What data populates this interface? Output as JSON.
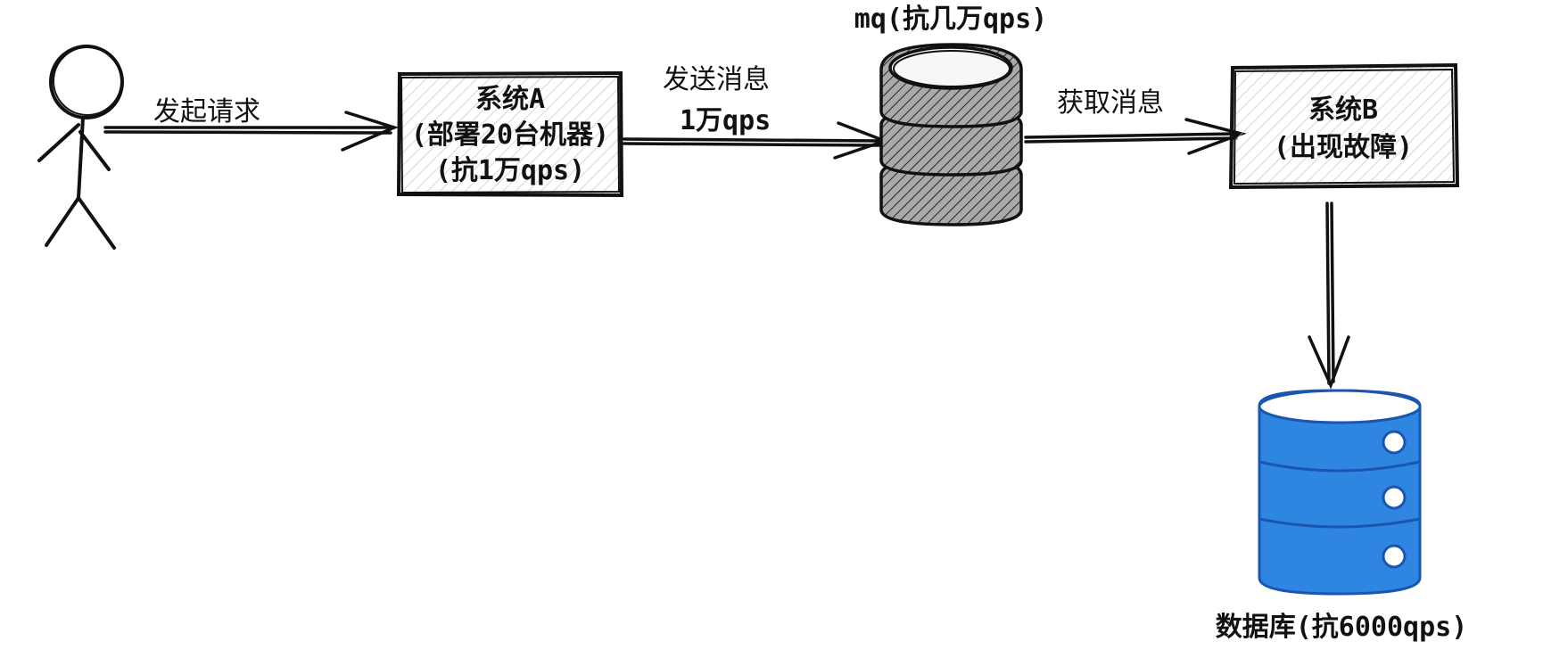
{
  "edges": {
    "request": "发起请求",
    "send_line1": "发送消息",
    "send_line2": "1万qps",
    "fetch": "获取消息"
  },
  "system_a": {
    "title": "系统A",
    "line2": "(部署20台机器)",
    "line3": "(抗1万qps)"
  },
  "mq": {
    "label": "mq(抗几万qps)"
  },
  "system_b": {
    "title": "系统B",
    "line2": "(出现故障)"
  },
  "database": {
    "label": "数据库(抗6000qps)",
    "color": "#2f86e0"
  }
}
